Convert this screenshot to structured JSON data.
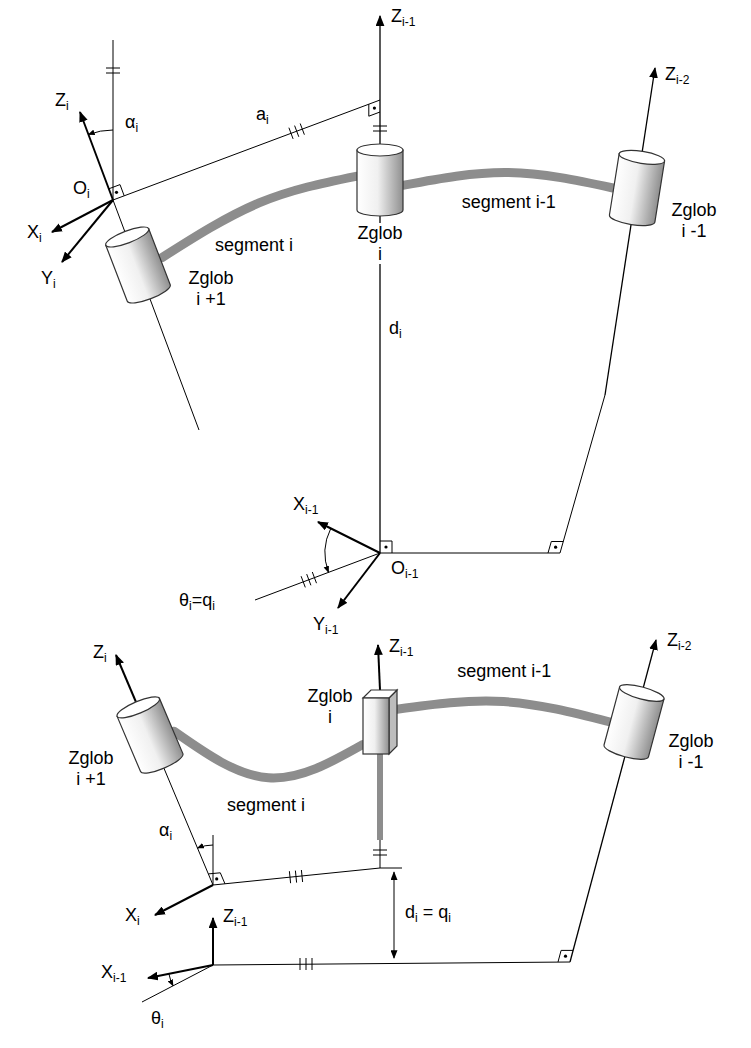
{
  "diagram": {
    "nodes": [
      {
        "text": [
          "Zglob i +1"
        ]
      },
      {
        "text": [
          "Zglob i"
        ]
      },
      {
        "text": [
          "Zglob i -1"
        ]
      },
      {
        "text": [
          "Zglob i +1"
        ]
      },
      {
        "text": [
          "Zglob i"
        ]
      },
      {
        "text": [
          "Zglob i -1"
        ]
      }
    ],
    "edges": [
      {
        "from": 0,
        "to": 1,
        "arrow": "none",
        "label": "segment i"
      },
      {
        "from": 1,
        "to": 2,
        "arrow": "none",
        "label": "segment i-1"
      },
      {
        "from": 3,
        "to": 4,
        "arrow": "none",
        "label": "segment i"
      },
      {
        "from": 4,
        "to": 5,
        "arrow": "none",
        "label": "segment i-1"
      }
    ],
    "labels": [
      "Zi-1",
      "Zi",
      "αi",
      "ai",
      "Oi",
      "Xi",
      "Yi",
      "Zi-2",
      "di",
      "Xi-1",
      "θi=qi",
      "Oi-1",
      "Yi-1",
      "Zi-1",
      "Zi-2",
      "Zi",
      "αi",
      "Xi",
      "di = qi",
      "Zi-1",
      "Xi-1",
      "θi"
    ]
  }
}
